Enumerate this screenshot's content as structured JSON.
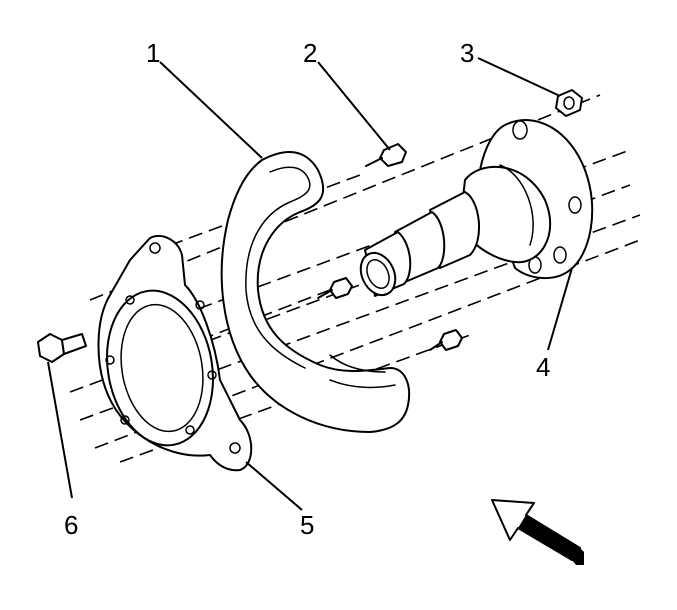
{
  "callouts": [
    {
      "id": "1",
      "label": "1"
    },
    {
      "id": "2",
      "label": "2"
    },
    {
      "id": "3",
      "label": "3"
    },
    {
      "id": "4",
      "label": "4"
    },
    {
      "id": "5",
      "label": "5"
    },
    {
      "id": "6",
      "label": "6"
    }
  ],
  "icons": {
    "direction_arrow": "direction-arrow-icon"
  }
}
